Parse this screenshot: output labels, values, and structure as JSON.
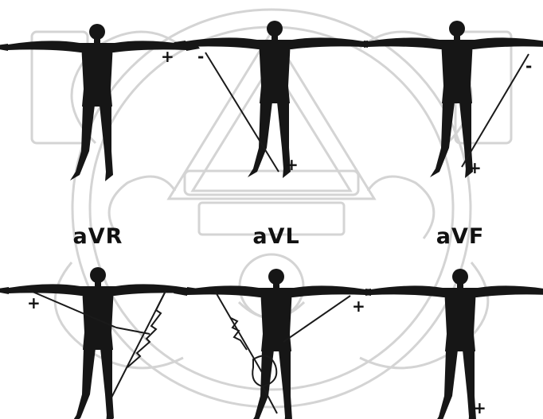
{
  "colors": {
    "figure": "#161616",
    "line": "#1a1a1a",
    "watermark": "#d4d4d4",
    "label": "#111111"
  },
  "top_row": [
    {
      "positive_symbol": "+",
      "negative_symbol": ""
    },
    {
      "positive_symbol": "+",
      "negative_symbol": "-"
    },
    {
      "positive_symbol": "+",
      "negative_symbol": "-"
    }
  ],
  "bottom_row": [
    {
      "title": "aVR",
      "positive_symbol": "+"
    },
    {
      "title": "aVL",
      "positive_symbol": "+"
    },
    {
      "title": "aVF",
      "positive_symbol": "+"
    }
  ],
  "watermark": {
    "kind": "university-seal"
  }
}
